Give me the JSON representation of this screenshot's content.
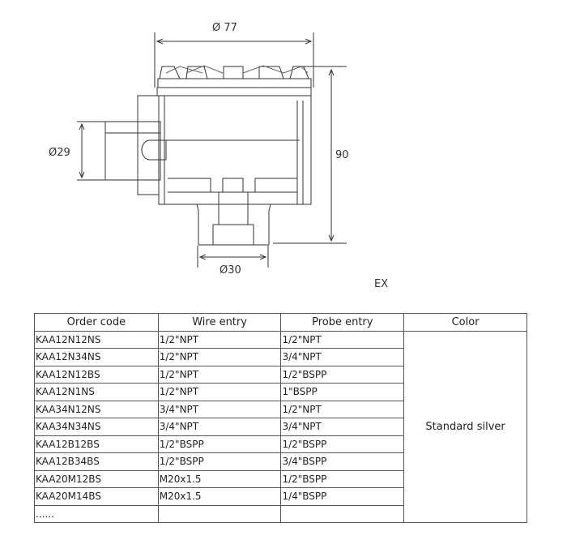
{
  "drawing": {
    "dim_top_diameter": "Ø 77",
    "dim_side_diameter": "Ø29",
    "dim_height": "90",
    "dim_bottom_diameter": "Ø30",
    "variant_label": "EX"
  },
  "table": {
    "headers": [
      "Order code",
      "Wire entry",
      "Probe entry",
      "Color"
    ],
    "rows": [
      [
        "KAA12N12NS",
        "1/2\"NPT",
        "1/2\"NPT"
      ],
      [
        "KAA12N34NS",
        "1/2\"NPT",
        "3/4\"NPT"
      ],
      [
        "KAA12N12BS",
        "1/2\"NPT",
        "1/2\"BSPP"
      ],
      [
        "KAA12N1NS",
        "1/2\"NPT",
        "1\"BSPP"
      ],
      [
        "KAA34N12NS",
        "3/4\"NPT",
        "1/2\"NPT"
      ],
      [
        "KAA34N34NS",
        "3/4\"NPT",
        "3/4\"NPT"
      ],
      [
        "KAA12B12BS",
        "1/2\"BSPP",
        "1/2\"BSPP"
      ],
      [
        "KAA12B34BS",
        "1/2\"BSPP",
        "3/4\"BSPP"
      ],
      [
        "KAA20M12BS",
        "M20x1.5",
        "1/2\"BSPP"
      ],
      [
        "KAA20M14BS",
        "M20x1.5",
        "1/4\"BSPP"
      ],
      [
        "......",
        "",
        ""
      ]
    ],
    "color_value": "Standard silver"
  }
}
